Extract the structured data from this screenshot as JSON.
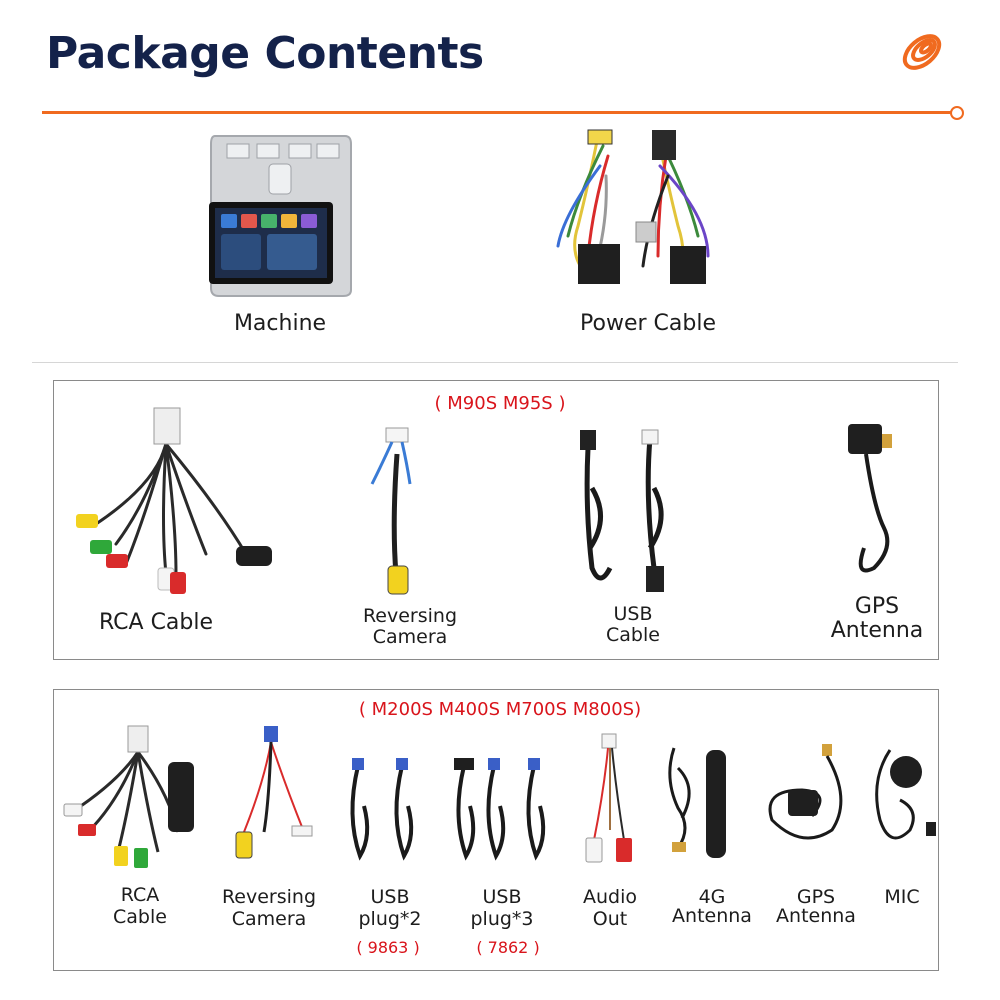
{
  "header": {
    "title": "Package Contents",
    "accent_color": "#f06a1f",
    "title_color": "#14224a"
  },
  "top_items": [
    {
      "label": "Machine",
      "icon": "car-stereo-unit"
    },
    {
      "label": "Power Cable",
      "icon": "wiring-harness"
    }
  ],
  "section1": {
    "models": "( M90S M95S )",
    "items": [
      {
        "label": "RCA Cable",
        "icon": "rca-cable"
      },
      {
        "label_line1": "Reversing",
        "label_line2": "Camera",
        "icon": "reversing-camera-cable"
      },
      {
        "label_line1": "USB",
        "label_line2": "Cable",
        "icon": "usb-cable"
      },
      {
        "label_line1": "GPS",
        "label_line2": "Antenna",
        "icon": "gps-antenna"
      }
    ]
  },
  "section2": {
    "models": "( M200S M400S M700S M800S)",
    "items": [
      {
        "label_line1": "RCA",
        "label_line2": "Cable",
        "icon": "rca-cable"
      },
      {
        "label_line1": "Reversing",
        "label_line2": "Camera",
        "icon": "reversing-camera-cable"
      },
      {
        "label_line1": "USB",
        "label_line2": "plug*2",
        "note": "( 9863 )",
        "icon": "usb-plug-cables"
      },
      {
        "label_line1": "USB",
        "label_line2": "plug*3",
        "note": "( 7862 )",
        "icon": "usb-plug-cables"
      },
      {
        "label_line1": "Audio",
        "label_line2": "Out",
        "icon": "audio-out-cable"
      },
      {
        "label_line1": "4G",
        "label_line2": "Antenna",
        "icon": "4g-antenna"
      },
      {
        "label_line1": "GPS",
        "label_line2": "Antenna",
        "icon": "gps-antenna"
      },
      {
        "label": "MIC",
        "icon": "microphone"
      }
    ]
  }
}
